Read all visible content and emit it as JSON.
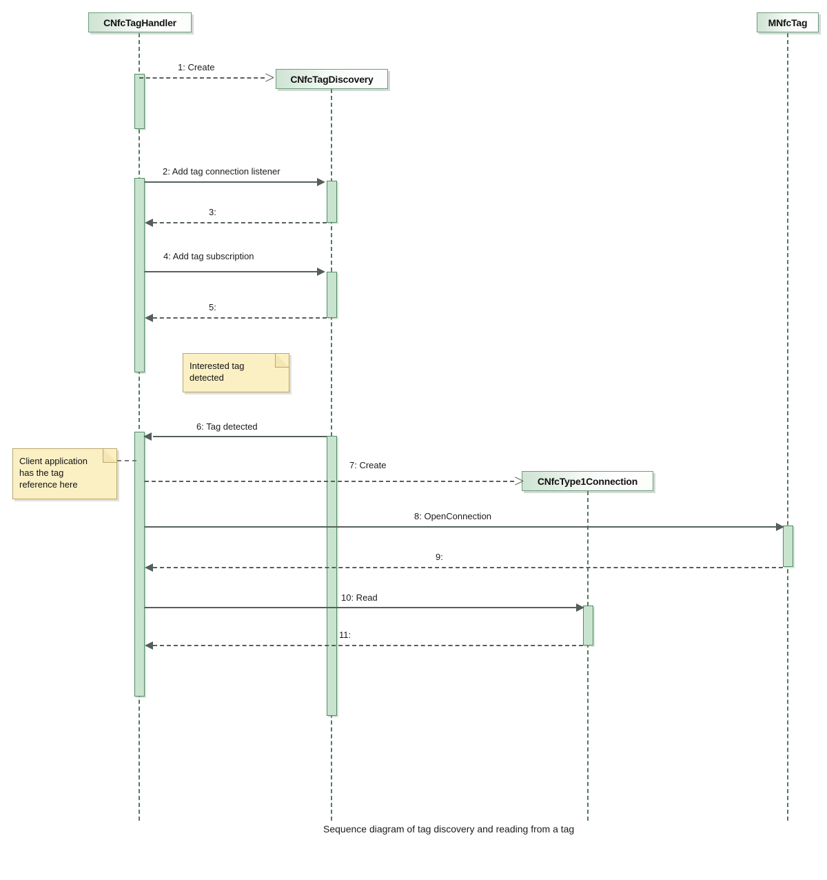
{
  "diagram": {
    "caption": "Sequence diagram of tag discovery and reading from a tag",
    "colors": {
      "lifeline_fill": "#cfe3d3",
      "lifeline_border": "#6b9c7c",
      "activation_fill": "#c8e4cf",
      "activation_border": "#4f8b63",
      "note_fill": "#fbf0c4",
      "note_border": "#b9a76a",
      "message_line": "#555f5a"
    },
    "participants": [
      {
        "id": "handler",
        "label": "CNfcTagHandler"
      },
      {
        "id": "discovery",
        "label": "CNfcTagDiscovery"
      },
      {
        "id": "connection",
        "label": "CNfcType1Connection"
      },
      {
        "id": "tag",
        "label": "MNfcTag"
      }
    ],
    "messages": [
      {
        "seq": "1",
        "label": "1:  Create",
        "from": "handler",
        "to": "discovery",
        "style": "dashed",
        "arrow": "open",
        "direction": "right"
      },
      {
        "seq": "2",
        "label": "2:  Add tag connection listener",
        "from": "handler",
        "to": "discovery",
        "style": "solid",
        "arrow": "filled",
        "direction": "right"
      },
      {
        "seq": "3",
        "label": "3:",
        "from": "discovery",
        "to": "handler",
        "style": "dashed",
        "arrow": "filled",
        "direction": "left"
      },
      {
        "seq": "4",
        "label": "4: Add tag subscription",
        "from": "handler",
        "to": "discovery",
        "style": "solid",
        "arrow": "filled",
        "direction": "right"
      },
      {
        "seq": "5",
        "label": "5:",
        "from": "discovery",
        "to": "handler",
        "style": "dashed",
        "arrow": "filled",
        "direction": "left"
      },
      {
        "seq": "6",
        "label": "6:  Tag detected",
        "from": "discovery",
        "to": "handler",
        "style": "solid",
        "arrow": "filled",
        "direction": "left"
      },
      {
        "seq": "7",
        "label": "7:  Create",
        "from": "handler",
        "to": "connection",
        "style": "dashed",
        "arrow": "open",
        "direction": "right"
      },
      {
        "seq": "8",
        "label": "8:  OpenConnection",
        "from": "handler",
        "to": "tag",
        "style": "solid",
        "arrow": "filled",
        "direction": "right"
      },
      {
        "seq": "9",
        "label": "9:",
        "from": "tag",
        "to": "handler",
        "style": "dashed",
        "arrow": "filled",
        "direction": "left"
      },
      {
        "seq": "10",
        "label": "10:  Read",
        "from": "handler",
        "to": "connection",
        "style": "solid",
        "arrow": "filled",
        "direction": "right"
      },
      {
        "seq": "11",
        "label": "11:",
        "from": "connection",
        "to": "handler",
        "style": "dashed",
        "arrow": "filled",
        "direction": "left"
      }
    ],
    "notes": [
      {
        "id": "note-interested-tag",
        "lines": [
          "Interested tag",
          "detected"
        ]
      },
      {
        "id": "note-client-app",
        "lines": [
          "Client application",
          "has the tag",
          "reference here"
        ]
      }
    ]
  }
}
